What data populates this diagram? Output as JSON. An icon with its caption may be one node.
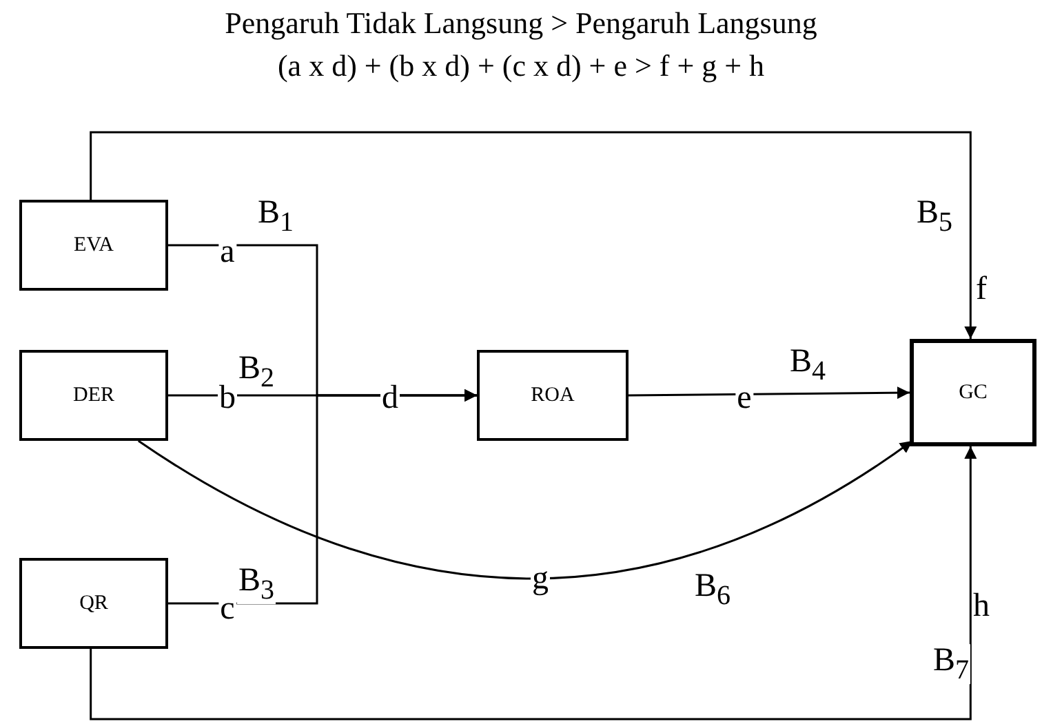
{
  "diagram": {
    "title": "Pengaruh Tidak Langsung > Pengaruh Langsung",
    "nodes": [
      {
        "text": [
          "EVA"
        ]
      },
      {
        "text": [
          "DER"
        ]
      },
      {
        "text": [
          "QR"
        ]
      },
      {
        "text": [
          "ROA"
        ]
      },
      {
        "text": [
          "GC"
        ]
      }
    ],
    "edges": [
      {
        "from": 0,
        "to": 3,
        "arrow": "to",
        "label": "a"
      },
      {
        "from": 1,
        "to": 3,
        "arrow": "to",
        "label": "b"
      },
      {
        "from": 2,
        "to": 3,
        "arrow": "to",
        "label": "c"
      },
      {
        "from": 3,
        "to": 4,
        "arrow": "to",
        "label": "e"
      },
      {
        "from": 0,
        "to": 4,
        "arrow": "to",
        "label": "f"
      },
      {
        "from": 1,
        "to": 4,
        "arrow": "to",
        "label": "g"
      },
      {
        "from": 2,
        "to": 4,
        "arrow": "to",
        "label": "h"
      }
    ],
    "labels": [
      "(a x d) + (b x d) + (c x d) + e > f + g + h",
      "B$_{1}$",
      "B$_{5}$",
      "B$_{2}$",
      "d",
      "B$_{4}$",
      "B$_{3}$",
      "B$_{6}$",
      "B$_{7}$"
    ]
  }
}
